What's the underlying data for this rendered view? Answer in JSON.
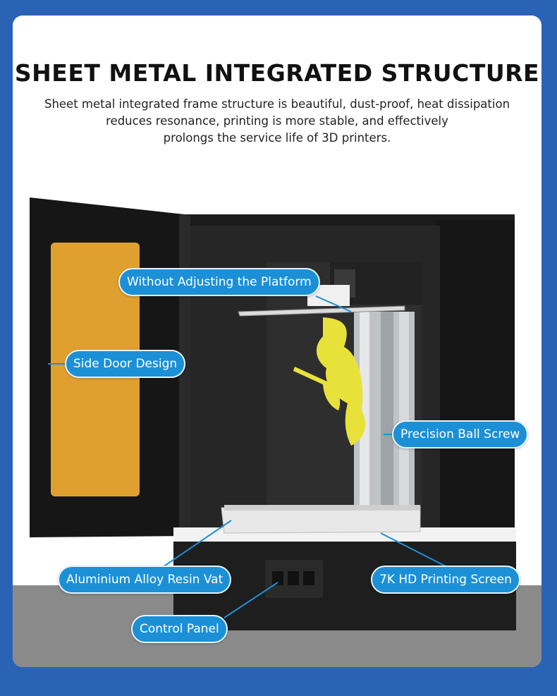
{
  "title": "SHEET METAL INTEGRATED STRUCTURE",
  "description": {
    "line1": "Sheet metal integrated frame structure is beautiful, dust-proof, heat dissipation",
    "line2": "reduces resonance, printing is more stable, and effectively",
    "line3": "prolongs the service life of 3D printers."
  },
  "labels": {
    "platform": "Without Adjusting the Platform",
    "side_door": "Side Door Design",
    "ball_screw": "Precision Ball Screw",
    "resin_vat": "Aluminium Alloy Resin Vat",
    "screen": "7K HD Printing Screen",
    "control_panel": "Control Panel"
  },
  "colors": {
    "background": "#2a63b6",
    "label_fill": "#1c90d6",
    "door_panel": "#e0a030",
    "model_resin": "#e8e13a"
  }
}
